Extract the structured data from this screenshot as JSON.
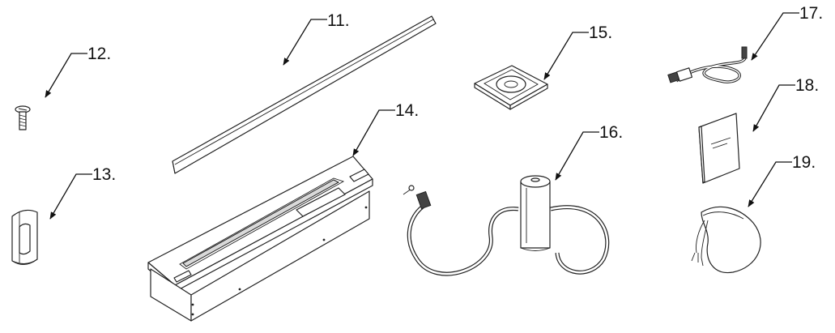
{
  "callouts": [
    {
      "id": "11",
      "text": "11."
    },
    {
      "id": "12",
      "text": "12."
    },
    {
      "id": "13",
      "text": "13."
    },
    {
      "id": "14",
      "text": "14."
    },
    {
      "id": "15",
      "text": "15."
    },
    {
      "id": "16",
      "text": "16."
    },
    {
      "id": "17",
      "text": "17."
    },
    {
      "id": "18",
      "text": "18."
    },
    {
      "id": "19",
      "text": "19."
    }
  ]
}
